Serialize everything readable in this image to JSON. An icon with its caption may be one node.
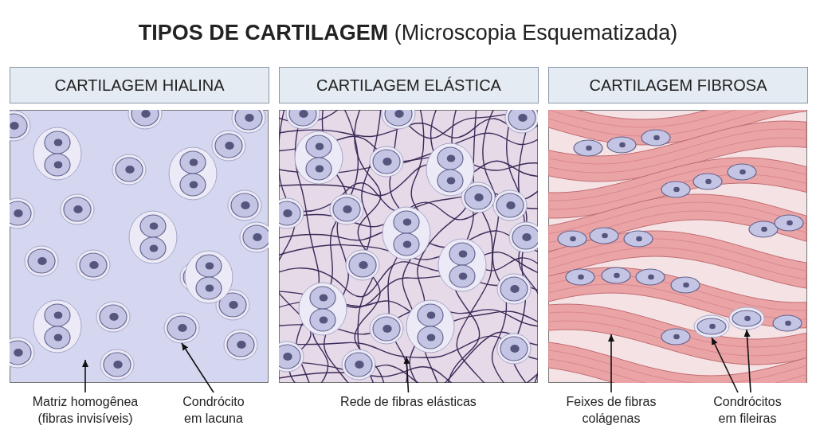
{
  "diagram": {
    "title": "**TIPOS DE CARTILAGEM** (Microscopia Esquematizada)",
    "nodes": [
      {
        "text": [
          "CARTILAGEM HIALINA"
        ]
      },
      {
        "text": [
          "CARTILAGEM ELÁSTICA"
        ]
      },
      {
        "text": [
          "CARTILAGEM FIBROSA"
        ]
      },
      {
        "text": [],
        "shape": "circle",
        "in": 0
      },
      {
        "text": [],
        "shape": "circle",
        "in": 2
      },
      {
        "text": [],
        "shape": "circle",
        "in": 2
      },
      {
        "text": [
          "Matriz homogênea (fibras invisíveis)"
        ]
      },
      {
        "text": [
          "Condrócito em lacuna"
        ]
      },
      {
        "text": [
          "Rede de fibras elásticas"
        ]
      },
      {
        "text": [
          "Feixes de fibras colágenas"
        ]
      },
      {
        "text": [
          "Condrócitos em fileiras"
        ]
      }
    ],
    "edges": [
      {
        "from": 6,
        "to": 0,
        "arrow": "to"
      },
      {
        "from": 7,
        "to": 3,
        "arrow": "to"
      },
      {
        "from": 8,
        "to": 1,
        "arrow": "to"
      },
      {
        "from": 9,
        "to": 2,
        "arrow": "to"
      },
      {
        "from": 10,
        "to": 4,
        "arrow": "to"
      },
      {
        "from": 10,
        "to": 5,
        "arrow": "to"
      }
    ]
  }
}
